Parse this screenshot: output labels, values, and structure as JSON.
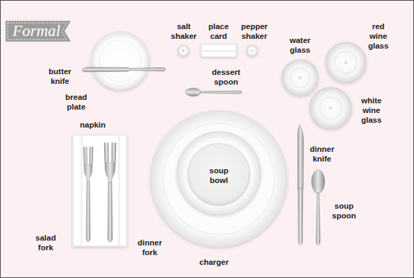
{
  "diagram": {
    "title": "Formal",
    "nodes": [
      {
        "text": [
          "soup bowl"
        ]
      }
    ],
    "labels": [
      "salt shaker",
      "place card",
      "pepper shaker",
      "red wine glass",
      "water glass",
      "butter knife",
      "dessert spoon",
      "bread plate",
      "white wine glass",
      "napkin",
      "dinner knife",
      "soup spoon",
      "salad fork",
      "dinner fork",
      "charger"
    ]
  }
}
